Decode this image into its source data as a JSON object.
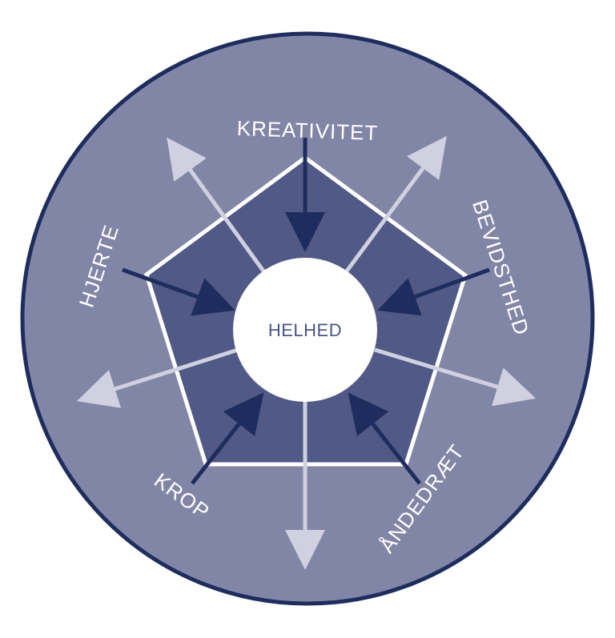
{
  "diagram": {
    "center_label": "HELHED",
    "labels": {
      "top": "KREATIVITET",
      "right": "BEVIDSTHED",
      "bottom_right": "ÅNDEDRÆT",
      "bottom_left": "KROP",
      "left": "HJERTE"
    },
    "colors": {
      "outer_circle": "#8286a6",
      "outer_ring": "#1f2d5e",
      "pentagon_fill": "#515a86",
      "pentagon_stroke": "#ffffff",
      "inward_arrow": "#1f2d5e",
      "outward_arrow": "#cfd1e0",
      "center_circle": "#ffffff",
      "center_text": "#4a5488"
    }
  }
}
